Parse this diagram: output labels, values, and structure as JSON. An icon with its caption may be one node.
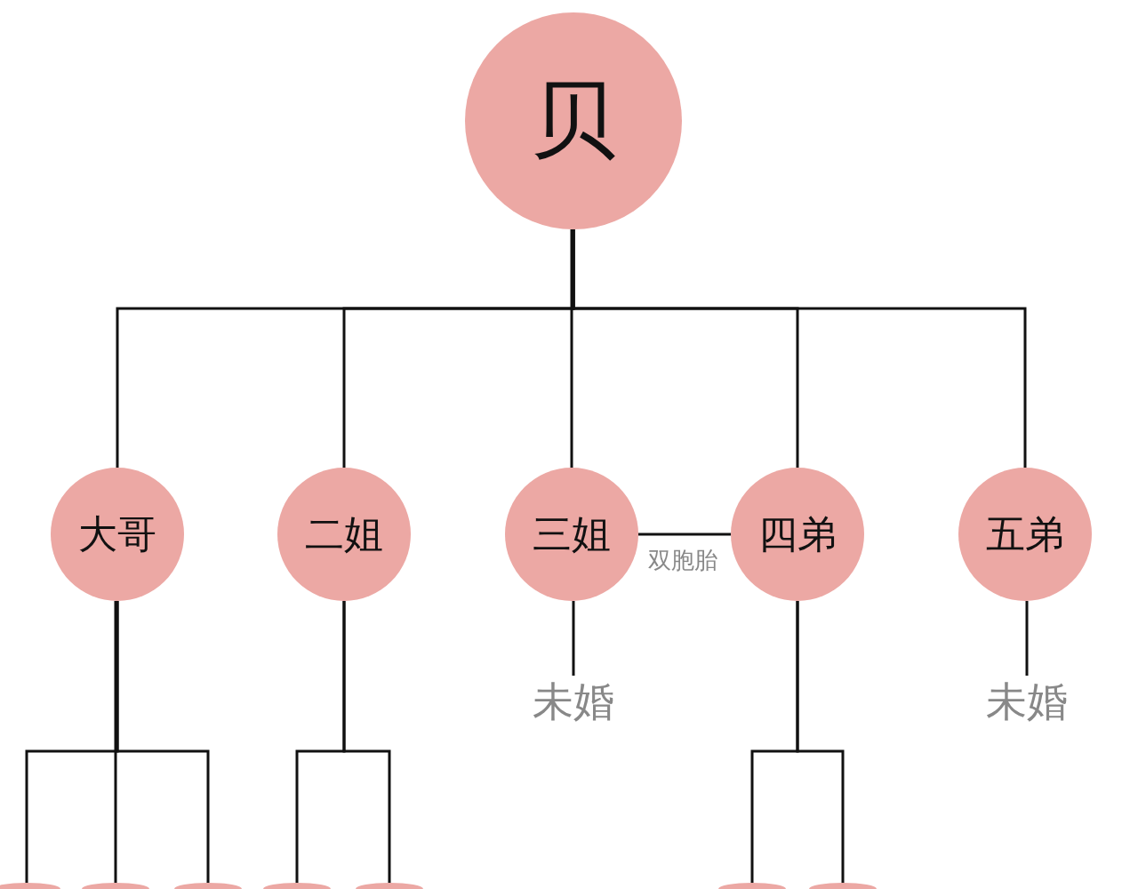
{
  "diagram": {
    "nodes": [
      {
        "text": [
          "贝"
        ]
      },
      {
        "text": [
          "大哥"
        ]
      },
      {
        "text": [
          "二姐"
        ]
      },
      {
        "text": [
          "三姐"
        ]
      },
      {
        "text": [
          "四弟"
        ]
      },
      {
        "text": [
          "五弟"
        ]
      },
      {
        "text": [
          "未婚"
        ]
      },
      {
        "text": [
          "未婚"
        ]
      },
      {
        "text": [],
        "shape": "circle"
      },
      {
        "text": [],
        "shape": "circle"
      },
      {
        "text": [],
        "shape": "circle"
      },
      {
        "text": [],
        "shape": "circle"
      },
      {
        "text": [],
        "shape": "circle"
      },
      {
        "text": [],
        "shape": "circle"
      },
      {
        "text": [],
        "shape": "circle"
      }
    ],
    "edges": [
      {
        "from": 0,
        "to": 1,
        "arrow": "none"
      },
      {
        "from": 0,
        "to": 2,
        "arrow": "none"
      },
      {
        "from": 0,
        "to": 3,
        "arrow": "none"
      },
      {
        "from": 0,
        "to": 4,
        "arrow": "none"
      },
      {
        "from": 0,
        "to": 5,
        "arrow": "none"
      },
      {
        "from": 3,
        "to": 4,
        "arrow": "none",
        "label": "双胞胎"
      },
      {
        "from": 3,
        "to": 6,
        "arrow": "none"
      },
      {
        "from": 5,
        "to": 7,
        "arrow": "none"
      },
      {
        "from": 1,
        "to": 8,
        "arrow": "none"
      },
      {
        "from": 1,
        "to": 9,
        "arrow": "none"
      },
      {
        "from": 1,
        "to": 10,
        "arrow": "none"
      },
      {
        "from": 2,
        "to": 11,
        "arrow": "none"
      },
      {
        "from": 2,
        "to": 12,
        "arrow": "none"
      },
      {
        "from": 4,
        "to": 13,
        "arrow": "none"
      },
      {
        "from": 4,
        "to": 14,
        "arrow": "none"
      }
    ]
  }
}
